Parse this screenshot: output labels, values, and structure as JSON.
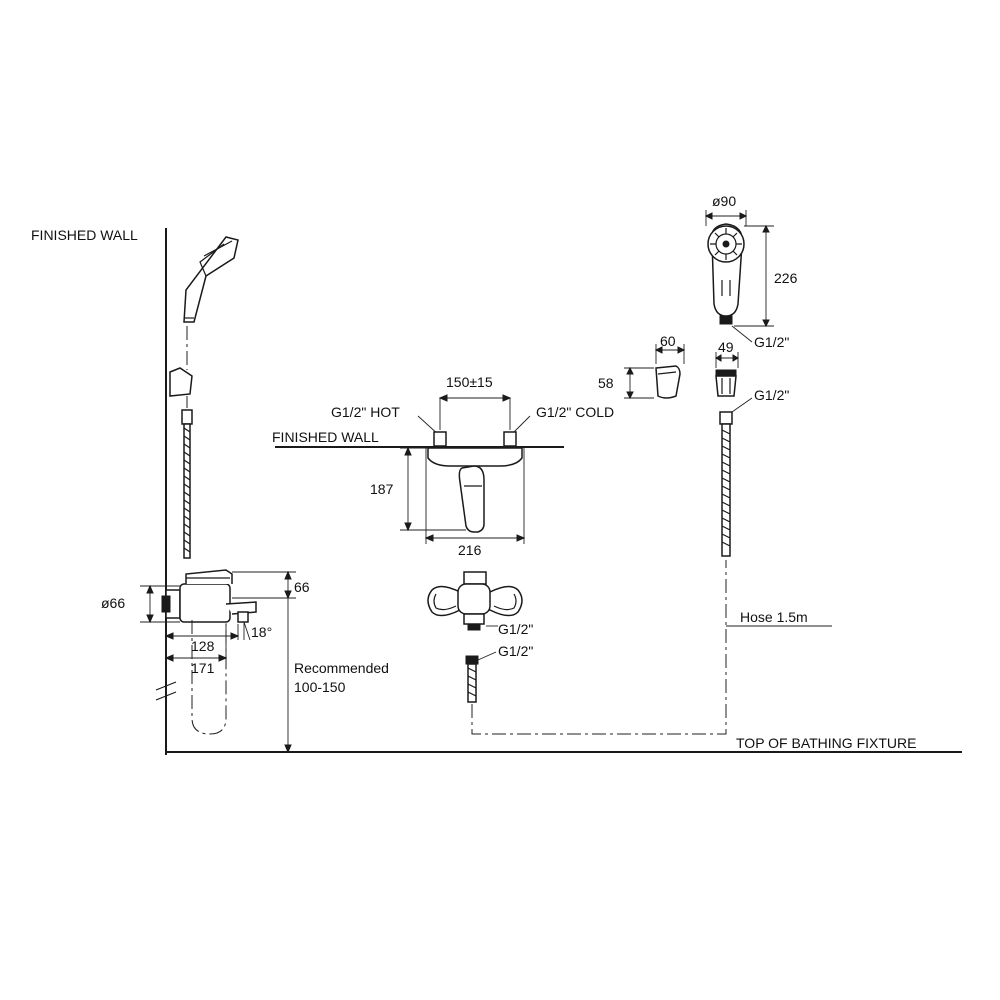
{
  "labels": {
    "finished_wall_left": "FINISHED WALL",
    "finished_wall_center": "FINISHED WALL",
    "top_of_bathing_fixture": "TOP OF BATHING FIXTURE",
    "recommended_line1": "Recommended",
    "recommended_line2": "100-150",
    "hose": "Hose 1.5m",
    "g_hot": "G1/2\" HOT",
    "g_cold": "G1/2\" COLD",
    "g_mixer_outlet": "G1/2\"",
    "g_hose_end": "G1/2\"",
    "g_handshower": "G1/2\"",
    "g_holder": "G1/2\""
  },
  "dimensions": {
    "spout_diameter": "ø66",
    "spout_height": "66",
    "spout_depth_128": "128",
    "spout_depth_171": "171",
    "angle": "18°",
    "inlet_spacing": "150±15",
    "body_height": "187",
    "body_width": "216",
    "holder_width": "60",
    "holder_height": "58",
    "head_diameter": "ø90",
    "head_length": "226",
    "connector_width": "49"
  },
  "colors": {
    "line": "#1a1a1a",
    "background": "#ffffff"
  }
}
